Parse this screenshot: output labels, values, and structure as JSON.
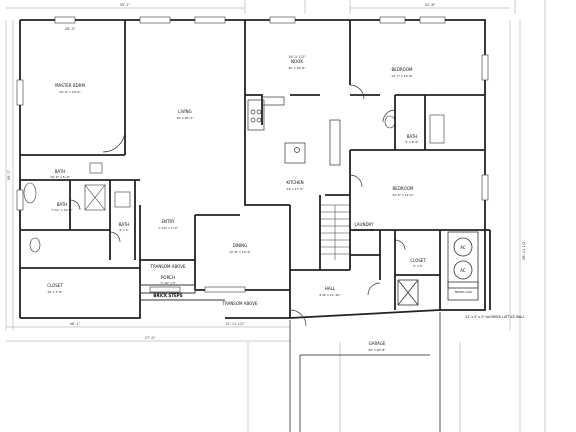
{
  "plan": {
    "rooms": {
      "master_bdrm": {
        "name": "MASTER BDRM",
        "size": "14'-4\" x 15'-0\""
      },
      "living": {
        "name": "LIVING",
        "size": "16' x 20'-7\""
      },
      "nook": {
        "name": "NOOK",
        "size": "10' x 10'-6\""
      },
      "kitchen": {
        "name": "KITCHEN",
        "size": "13' x 17'-0\""
      },
      "bedroom_top": {
        "name": "BEDROOM",
        "size": "13' 7\" x 10'-6\""
      },
      "bath_right": {
        "name": "BATH",
        "size": "5' x 8'-0\""
      },
      "bedroom_mid": {
        "name": "BEDROOM",
        "size": "13'-6\" x 11'-0\""
      },
      "bath_upper": {
        "name": "BATH",
        "size": "10'-6\" x 5'-0\""
      },
      "bath_master": {
        "name": "BATH",
        "size": "7'-11\" x 12'-6\""
      },
      "bath_small": {
        "name": "BATH",
        "size": "5' x 5'"
      },
      "entry": {
        "name": "ENTRY",
        "size": "7'-10\" x 7'-0\""
      },
      "dining": {
        "name": "DINING",
        "size": "12'-8\" x 13'-4\""
      },
      "laundry": {
        "name": "LAUNDRY",
        "size": "5'-10\" x 5'-5\""
      },
      "closet_right": {
        "name": "CLOSET",
        "size": "5' x 5'"
      },
      "closet_left": {
        "name": "CLOSET",
        "size": "10' x 7'-6\""
      },
      "porch": {
        "name": "PORCH",
        "size": "7'-10\" x 5'"
      },
      "hall": {
        "name": "HALL",
        "size": "4'-8\" x 11'-10\""
      },
      "garage": {
        "name": "GARAGE",
        "size": "22' x 20'-8\""
      }
    },
    "notes": {
      "transom_1": "TRANSOM ABOVE",
      "transom_2": "TRANSOM ABOVE",
      "brick_steps": "BRICK STEPS",
      "wall_note": "12' x 5' x 2\" tall BRICK LATTICE WALL",
      "ac_1": "AC",
      "ac_2": "AC",
      "trash": "TRASH CAN"
    },
    "dims": {
      "top_left": "39'-1\"",
      "top_right": "52'-6\"",
      "bottom_left": "46'-1\"",
      "bottom_mid": "12'-11 1/2\"",
      "bottom_total": "27'-0\"",
      "left_side": "95'-7\"",
      "right_side": "58'-11 1/2\"",
      "nook_width": "16'-5 1/2\"",
      "master_width": "28'-5\""
    }
  }
}
